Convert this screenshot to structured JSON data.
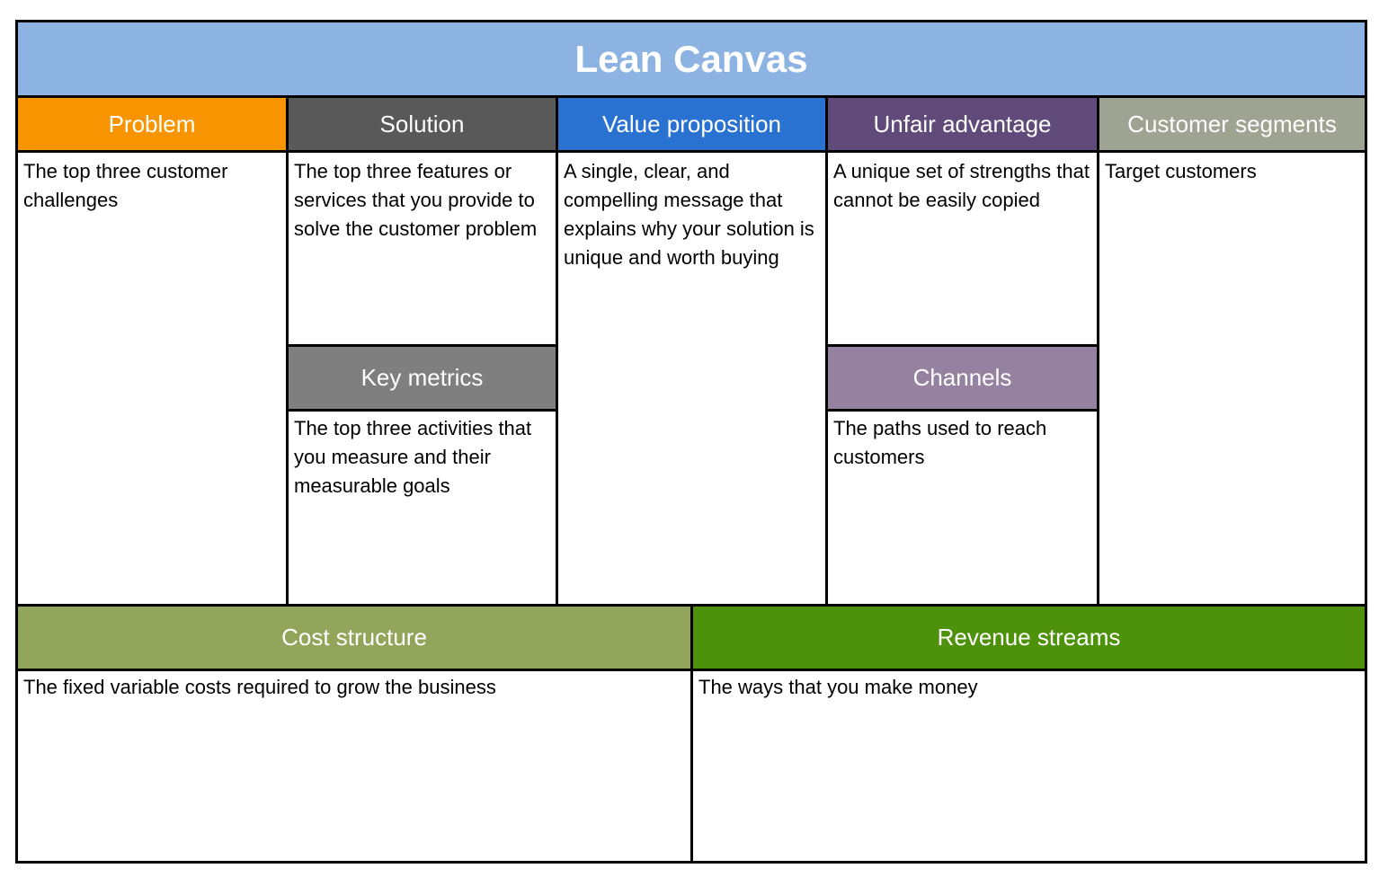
{
  "title": "Lean Canvas",
  "colors": {
    "title_bg": "#8db3e2",
    "problem": "#f79400",
    "solution": "#595959",
    "key_metrics": "#7f7f7f",
    "value_proposition": "#2a72d1",
    "unfair_advantage": "#5f4a7a",
    "channels": "#9582a0",
    "customer_segments": "#9fa391",
    "cost_structure": "#93a55b",
    "revenue_streams": "#4e920c"
  },
  "sections": {
    "problem": {
      "title": "Problem",
      "text": "The top three customer challenges"
    },
    "solution": {
      "title": "Solution",
      "text": "The top three features or services that you provide to solve the customer problem"
    },
    "key_metrics": {
      "title": "Key metrics",
      "text": "The top three activities that you measure and their measurable goals"
    },
    "value_proposition": {
      "title": "Value proposition",
      "text": "A single, clear, and compelling message that explains why your solution is unique and worth buying"
    },
    "unfair_advantage": {
      "title": "Unfair advantage",
      "text": "A unique set of strengths that cannot be easily copied"
    },
    "channels": {
      "title": "Channels",
      "text": "The paths used to reach customers"
    },
    "customer_segments": {
      "title": "Customer segments",
      "text": "Target customers"
    },
    "cost_structure": {
      "title": "Cost structure",
      "text": "The fixed variable costs required to grow the business"
    },
    "revenue_streams": {
      "title": "Revenue streams",
      "text": "The ways that you make money"
    }
  }
}
